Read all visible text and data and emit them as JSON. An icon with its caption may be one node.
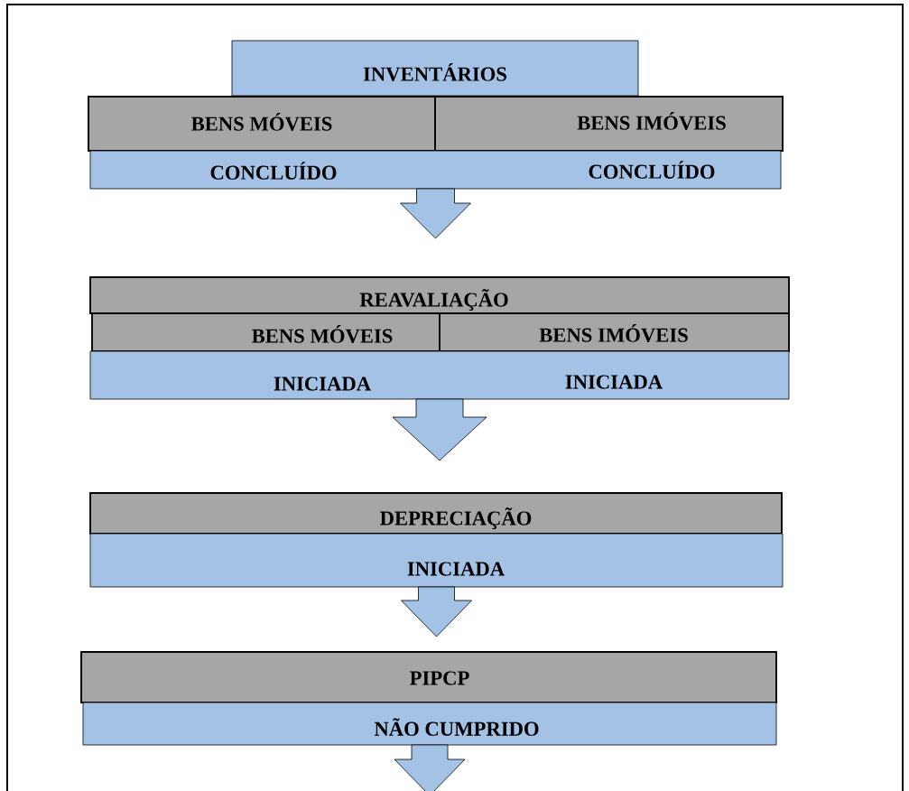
{
  "diagram": {
    "nodes": [
      {
        "text": [
          "INVENTÁRIOS"
        ]
      },
      {
        "text": [
          "BENS MÓVEIS"
        ]
      },
      {
        "text": [
          "BENS IMÓVEIS"
        ]
      },
      {
        "text": [
          "CONCLUÍDO",
          "CONCLUÍDO"
        ]
      },
      {
        "text": [
          "REAVALIAÇÃO"
        ]
      },
      {
        "text": [
          "BENS MÓVEIS"
        ]
      },
      {
        "text": [
          "BENS IMÓVEIS"
        ]
      },
      {
        "text": [
          "INICIADA",
          "INICIADA"
        ]
      },
      {
        "text": [
          "DEPRECIAÇÃO"
        ]
      },
      {
        "text": [
          "INICIADA"
        ]
      },
      {
        "text": [
          "PIPCP"
        ]
      },
      {
        "text": [
          "NÃO CUMPRIDO"
        ]
      }
    ],
    "edges": [
      {
        "from": 3,
        "to": 4,
        "arrow": "to"
      },
      {
        "from": 7,
        "to": 8,
        "arrow": "to"
      },
      {
        "from": 9,
        "to": 10,
        "arrow": "to"
      },
      {
        "from": 11,
        "to": null,
        "arrow": "to"
      }
    ]
  }
}
